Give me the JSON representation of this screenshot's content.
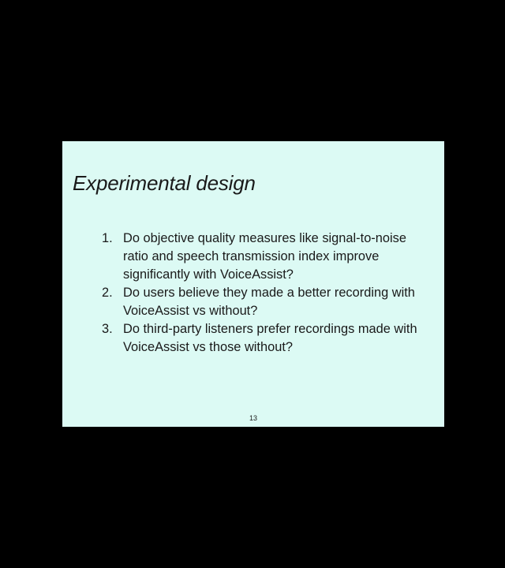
{
  "slide": {
    "title": "Experimental design",
    "background_color": "#dcfaf4",
    "questions": [
      {
        "number": "1.",
        "text": "Do objective quality measures like signal-to-noise ratio and speech transmission index improve significantly with VoiceAssist?"
      },
      {
        "number": "2.",
        "text": "Do users believe they made a better recording with VoiceAssist vs without?"
      },
      {
        "number": "3.",
        "text": "Do third-party listeners prefer recordings made with VoiceAssist vs those without?"
      }
    ],
    "page_number": "13"
  }
}
